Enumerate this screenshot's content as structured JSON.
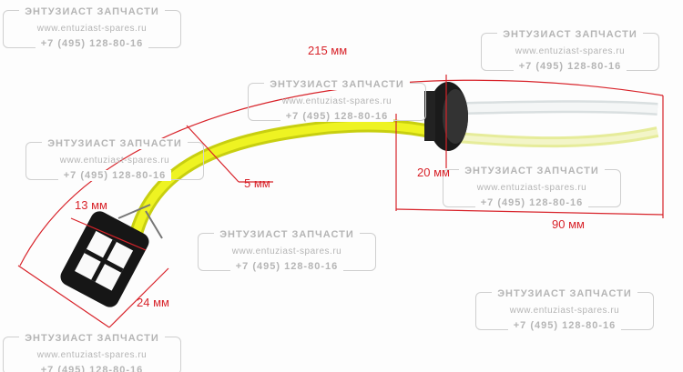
{
  "watermark": {
    "brand": "ЭНТУЗИАСТ ЗАПЧАСТИ",
    "url": "www.entuziast-spares.ru",
    "phone": "+7 (495) 128-80-16"
  },
  "dimensions": {
    "total_length": "215 мм",
    "tube_diameter": "5 мм",
    "grommet_diameter": "20 мм",
    "outlet_length": "90 мм",
    "filter_diameter": "13 мм",
    "filter_length": "24 мм"
  },
  "colors": {
    "annotation": "#d8232a",
    "tube": "#e8f020",
    "rubber": "#151515"
  }
}
